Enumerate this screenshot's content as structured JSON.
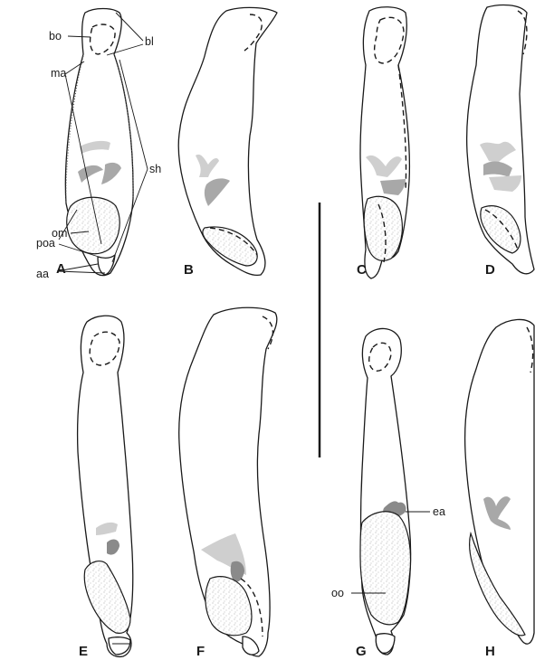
{
  "panels": [
    "A",
    "B",
    "C",
    "D",
    "E",
    "F",
    "G",
    "H"
  ],
  "labels": {
    "bo": "bo",
    "bl": "bl",
    "ma": "ma",
    "sh": "sh",
    "om": "om",
    "poa": "poa",
    "aa": "aa",
    "ea": "ea",
    "oo": "oo"
  },
  "colors": {
    "outline": "#1a1a1a",
    "stipple": "#b5b5b5",
    "marking_light": "#cfcfcf",
    "marking_medium": "#a8a8a8",
    "marking_dark": "#8a8a8a"
  }
}
